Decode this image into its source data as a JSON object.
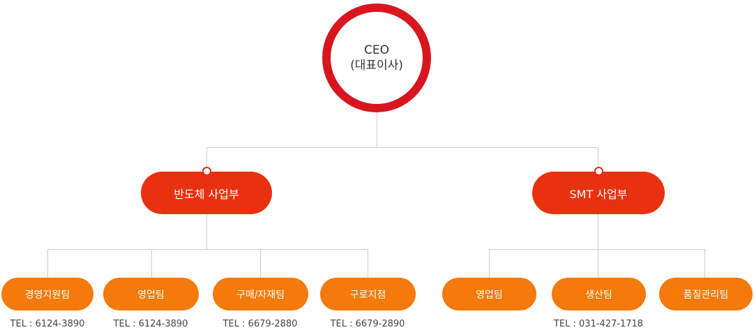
{
  "colors": {
    "ceo_ring": "#d7161f",
    "division": "#e8320f",
    "team": "#f37a0b",
    "connector": "#cccccc",
    "text_dark": "#333333"
  },
  "ceo": {
    "title": "CEO",
    "subtitle": "(대표이사)"
  },
  "divisions": [
    {
      "label": "반도체 사업부",
      "teams": [
        {
          "label": "경영지원팀",
          "tel": "TEL : 6124-3890"
        },
        {
          "label": "영업팀",
          "tel": "TEL : 6124-3890"
        },
        {
          "label": "구매/자재팀",
          "tel": "TEL : 6679-2880"
        },
        {
          "label": "구로지점",
          "tel": "TEL : 6679-2890"
        }
      ]
    },
    {
      "label": "SMT 사업부",
      "teams": [
        {
          "label": "영업팀",
          "tel": ""
        },
        {
          "label": "생산팀",
          "tel": "TEL : 031-427-1718"
        },
        {
          "label": "품질관리팀",
          "tel": ""
        }
      ]
    }
  ]
}
